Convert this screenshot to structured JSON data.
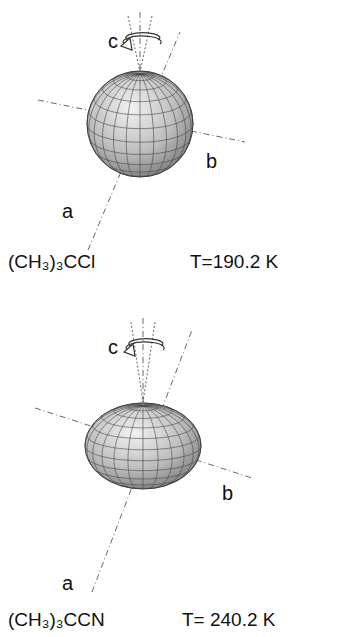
{
  "diagram": {
    "labels": [
      "c",
      "b",
      "a",
      "(CH₃)₃CCl",
      "T=190.2 K",
      "c",
      "b",
      "a",
      "(CH₃)₃CCN",
      "T= 240.2 K"
    ]
  }
}
